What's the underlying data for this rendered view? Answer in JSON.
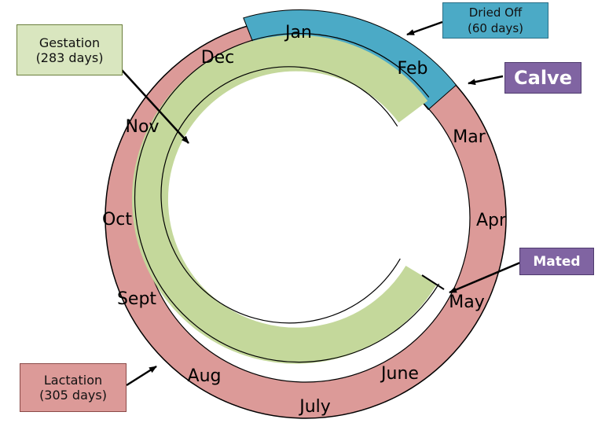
{
  "months": {
    "jan": "Jan",
    "feb": "Feb",
    "mar": "Mar",
    "apr": "Apr",
    "may": "May",
    "june": "June",
    "july": "July",
    "aug": "Aug",
    "sept": "Sept",
    "oct": "Oct",
    "nov": "Nov",
    "dec": "Dec"
  },
  "labels": {
    "gestation": {
      "line1": "Gestation",
      "line2": "(283 days)"
    },
    "dried_off": {
      "line1": "Dried Off",
      "line2": "(60 days)"
    },
    "calve": "Calve",
    "mated": "Mated",
    "lactation": {
      "line1": "Lactation",
      "line2": "(305 days)"
    }
  },
  "colors": {
    "lactation_ring": "#dc9a98",
    "dry_ring": "#4baac6",
    "gestation_ring": "#c4d89b",
    "gestation_box": "#d9e6bf",
    "dried_box": "#4baac6",
    "calve_box": "#8064a2",
    "mated_box": "#8064a2",
    "lactation_box": "#dc9a98"
  }
}
